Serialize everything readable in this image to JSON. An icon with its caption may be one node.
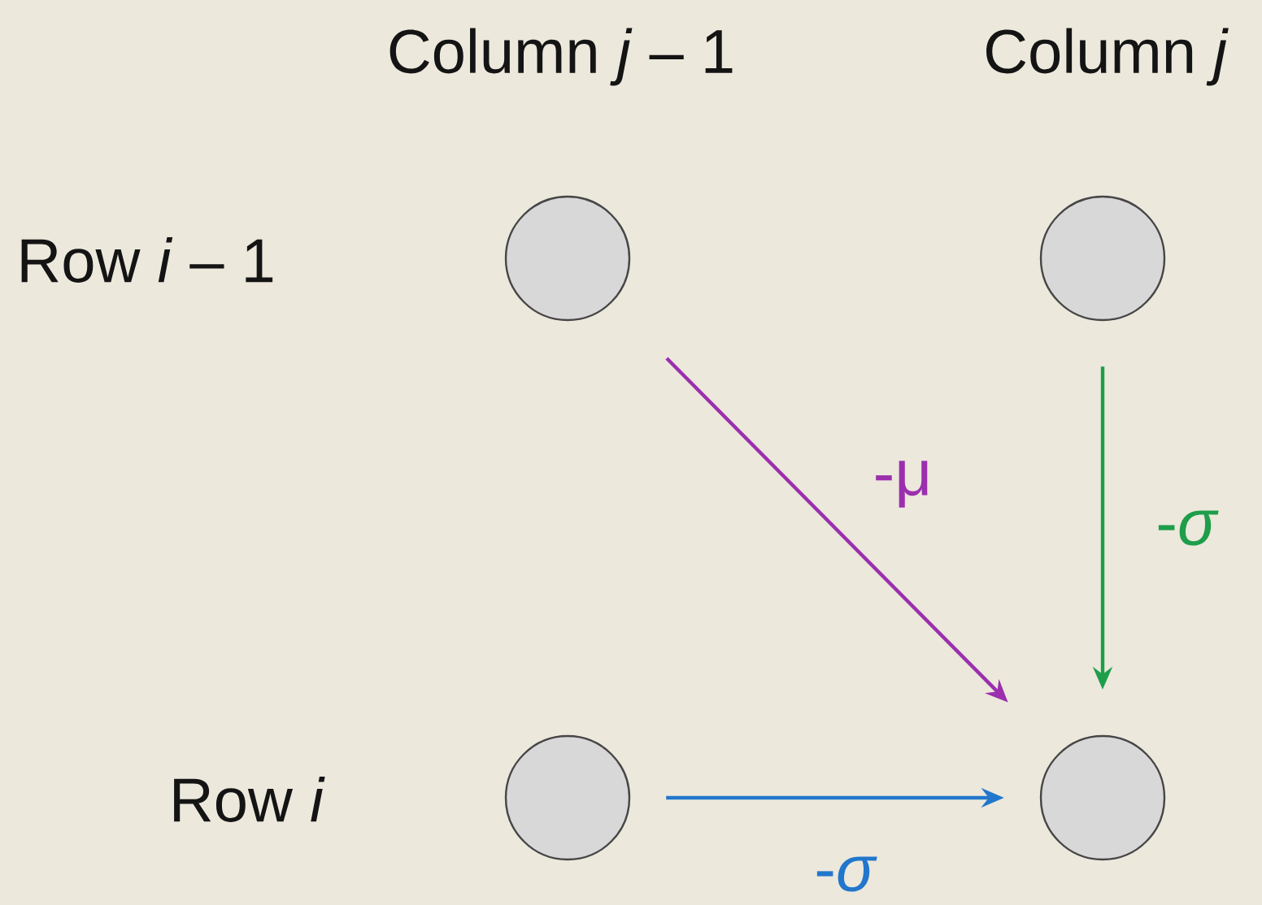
{
  "diagram": {
    "nodes": [
      {
        "text": [],
        "shape": "circle"
      },
      {
        "text": [],
        "shape": "circle"
      },
      {
        "text": [],
        "shape": "circle"
      },
      {
        "text": [],
        "shape": "circle"
      }
    ],
    "edges": [
      {
        "from": 0,
        "to": 3,
        "arrow": "to",
        "label": "-μ",
        "color": "#9b2fae"
      },
      {
        "from": 1,
        "to": 3,
        "arrow": "to",
        "label": "-*σ*",
        "color": "#1e9e4a"
      },
      {
        "from": 2,
        "to": 3,
        "arrow": "to",
        "label": "-*σ*",
        "color": "#2277cc"
      }
    ],
    "labels": [
      "Column *j* – 1",
      "Column *j*",
      "Row *i* – 1",
      "Row *i*"
    ]
  }
}
